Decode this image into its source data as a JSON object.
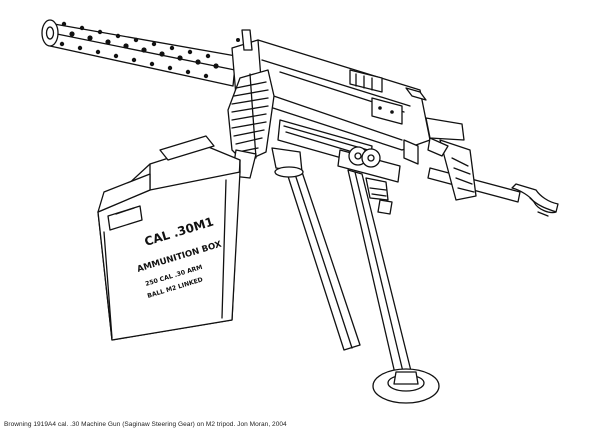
{
  "caption": "Browning 1919A4 cal. .30 Machine Gun (Saginaw Steering Gear) on M2 tripod. Jon Moran, 2004",
  "ammo_box": {
    "line1": "CAL .30M1",
    "line2": "AMMUNITION BOX",
    "line3": "250 CAL .30 ARM",
    "line4": "BALL M2 LINKED"
  },
  "colors": {
    "ink": "#111111",
    "paper": "#ffffff"
  }
}
